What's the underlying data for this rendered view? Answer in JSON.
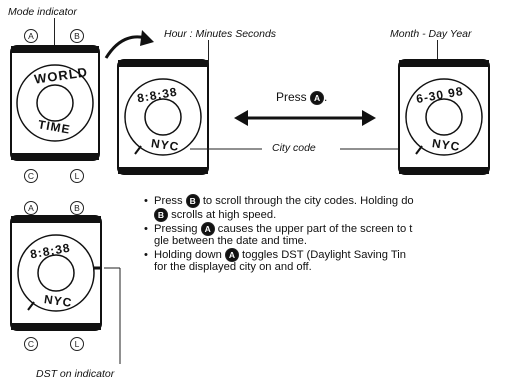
{
  "labels": {
    "mode_indicator": "Mode indicator",
    "hour_min_sec": "Hour : Minutes  Seconds",
    "month_day_year": "Month - Day  Year",
    "press_a": "Press",
    "press_a_btn": "A",
    "city_code": "City code",
    "dst_on_indicator": "DST on indicator"
  },
  "buttons": {
    "a": "A",
    "b": "B",
    "c": "C",
    "l": "L"
  },
  "watch_displays": {
    "world_time_top": "WORLD",
    "world_time_bottom": "TIME",
    "time_top": "8:8:38",
    "city_bottom": "NYC",
    "date_top": "6-30 98"
  },
  "instructions": [
    {
      "pre": "Press",
      "btn": "B",
      "post": "to scroll through the city codes. Holding do",
      "cont_btn": "B",
      "cont": "scrolls at high speed."
    },
    {
      "pre": "Pressing",
      "btn": "A",
      "post": "causes the upper part of the screen to t",
      "cont": "gle between the date and time."
    },
    {
      "pre": "Holding down",
      "btn": "A",
      "post": "toggles DST (Daylight Saving Tin",
      "cont": "for the displayed city on and off."
    }
  ]
}
